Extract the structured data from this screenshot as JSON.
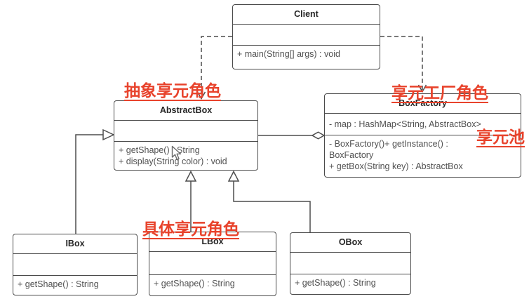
{
  "diagram": {
    "classes": {
      "client": {
        "name": "Client",
        "attributes": [],
        "methods": [
          "+ main(String[] args) : void"
        ]
      },
      "abstract_box": {
        "name": "AbstractBox",
        "attributes": [],
        "methods": [
          "+ getShape() : String",
          "+ display(String color) : void"
        ]
      },
      "box_factory": {
        "name": "BoxFactory",
        "attributes": [
          "- map : HashMap<String, AbstractBox>"
        ],
        "methods": [
          "- BoxFactory()+ getInstance() :",
          "BoxFactory",
          "+ getBox(String key) : AbstractBox"
        ]
      },
      "ibox": {
        "name": "IBox",
        "attributes": [],
        "methods": [
          "+ getShape() : String"
        ]
      },
      "lbox": {
        "name": "LBox",
        "attributes": [],
        "methods": [
          "+ getShape() : String"
        ]
      },
      "obox": {
        "name": "OBox",
        "attributes": [],
        "methods": [
          "+ getShape() : String"
        ]
      }
    },
    "annotations": {
      "abstract_flyweight_role": "抽象享元角色",
      "flyweight_factory_role": "享元工厂角色",
      "flyweight_pool": "享元池",
      "concrete_flyweight_role": "具体享元角色"
    },
    "relationships": [
      {
        "from": "Client",
        "to": "AbstractBox",
        "type": "dependency"
      },
      {
        "from": "Client",
        "to": "BoxFactory",
        "type": "dependency"
      },
      {
        "from": "AbstractBox",
        "to": "BoxFactory",
        "type": "aggregation"
      },
      {
        "from": "IBox",
        "to": "AbstractBox",
        "type": "generalization"
      },
      {
        "from": "LBox",
        "to": "AbstractBox",
        "type": "generalization"
      },
      {
        "from": "OBox",
        "to": "AbstractBox",
        "type": "generalization"
      }
    ],
    "colors": {
      "annotation_red": "#e8432c",
      "line_gray": "#4d4d4d",
      "body_text": "#515151",
      "title_text": "#262626"
    }
  }
}
